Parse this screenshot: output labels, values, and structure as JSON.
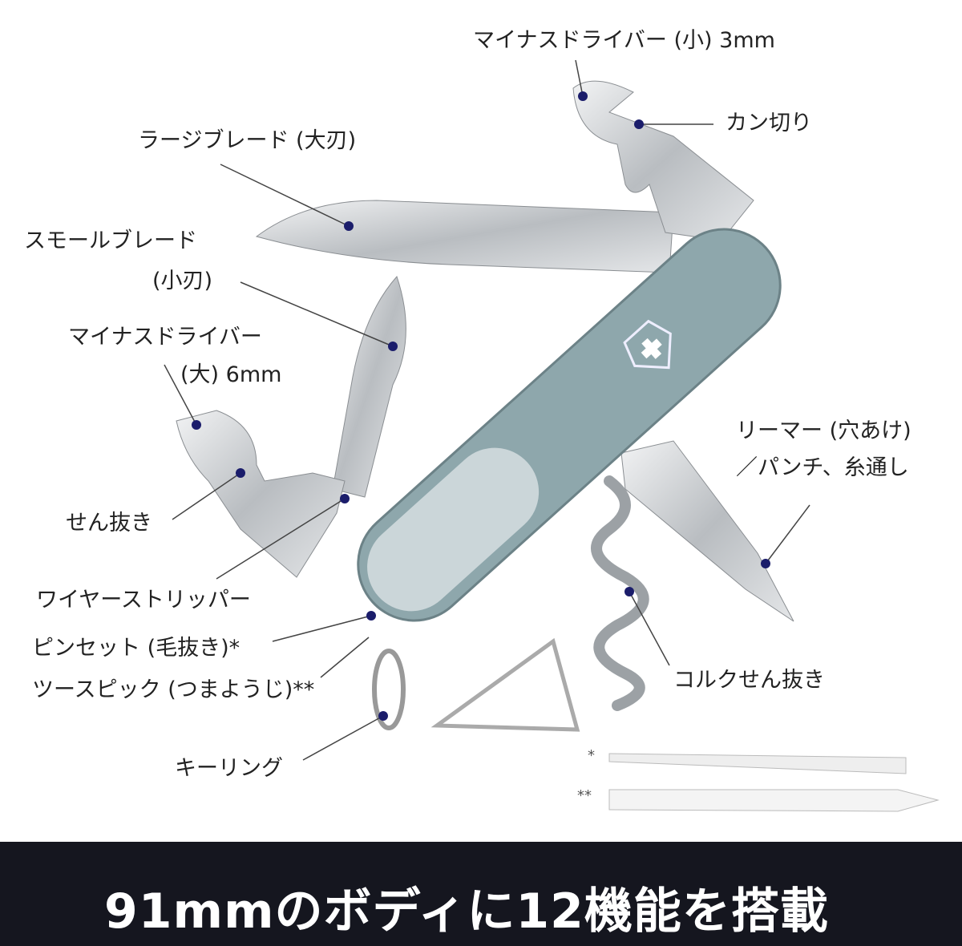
{
  "labels": {
    "small_screwdriver": "マイナスドライバー (小) 3mm",
    "can_opener": "カン切り",
    "large_blade": "ラージブレード (大刃)",
    "small_blade_1": "スモールブレード",
    "small_blade_2": "(小刃)",
    "large_screwdriver_1": "マイナスドライバー",
    "large_screwdriver_2": "(大) 6mm",
    "reamer_1": "リーマー (穴あけ)",
    "reamer_2": "／パンチ、糸通し",
    "bottle_opener": "せん抜き",
    "wire_stripper": "ワイヤーストリッパー",
    "tweezers": "ピンセット (毛抜き)*",
    "toothpick": "ツースピック (つまようじ)**",
    "corkscrew": "コルクせん抜き",
    "key_ring": "キーリング"
  },
  "accessories": {
    "tweezers_mark": "*",
    "toothpick_mark": "**"
  },
  "banner": {
    "text": "91mmのボディに12機能を搭載"
  },
  "colors": {
    "dot": "#1b1d6b",
    "handle": "#8fa8ad",
    "blade": "#c9cccf",
    "banner": "#15161f"
  }
}
